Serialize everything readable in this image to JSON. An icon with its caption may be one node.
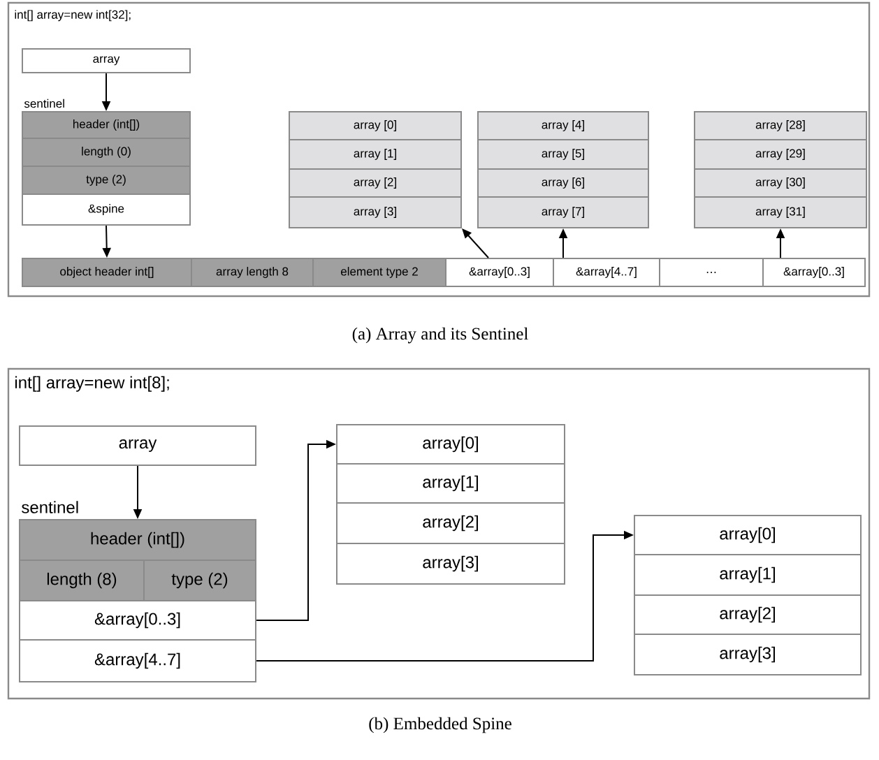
{
  "diagram": {
    "nodes": [
      {
        "text": [
          "int[] array=new int[32];"
        ]
      },
      {
        "text": [
          "array"
        ],
        "in": 0
      },
      {
        "text": [
          "header (int[])"
        ],
        "in": 0
      },
      {
        "text": [
          "length (0)"
        ],
        "in": 0
      },
      {
        "text": [
          "type (2)"
        ],
        "in": 0
      },
      {
        "text": [
          "&spine"
        ],
        "in": 0
      },
      {
        "text": [
          "array [0]"
        ],
        "in": 0
      },
      {
        "text": [
          "array [1]"
        ],
        "in": 0
      },
      {
        "text": [
          "array [2]"
        ],
        "in": 0
      },
      {
        "text": [
          "array [3]"
        ],
        "in": 0
      },
      {
        "text": [
          "array [4]"
        ],
        "in": 0
      },
      {
        "text": [
          "array [5]"
        ],
        "in": 0
      },
      {
        "text": [
          "array [6]"
        ],
        "in": 0
      },
      {
        "text": [
          "array [7]"
        ],
        "in": 0
      },
      {
        "text": [
          "array [28]"
        ],
        "in": 0
      },
      {
        "text": [
          "array [29]"
        ],
        "in": 0
      },
      {
        "text": [
          "array [30]"
        ],
        "in": 0
      },
      {
        "text": [
          "array [31]"
        ],
        "in": 0
      },
      {
        "text": [
          "object header int[]"
        ],
        "in": 0
      },
      {
        "text": [
          "array length 8"
        ],
        "in": 0
      },
      {
        "text": [
          "element type 2"
        ],
        "in": 0
      },
      {
        "text": [
          "&array[0..3]"
        ],
        "in": 0
      },
      {
        "text": [
          "&array[4..7]"
        ],
        "in": 0
      },
      {
        "text": [
          "…"
        ],
        "in": 0
      },
      {
        "text": [
          "&array[0..3]"
        ],
        "in": 0
      },
      {
        "text": [
          "int[] array=new int[8];"
        ]
      },
      {
        "text": [
          "array"
        ],
        "in": 25
      },
      {
        "text": [
          "header (int[])"
        ],
        "in": 25
      },
      {
        "text": [
          "length (8)"
        ],
        "in": 25
      },
      {
        "text": [
          "type (2)"
        ],
        "in": 25
      },
      {
        "text": [
          "&array[0..3]"
        ],
        "in": 25
      },
      {
        "text": [
          "&array[4..7]"
        ],
        "in": 25
      },
      {
        "text": [
          "array[0]"
        ],
        "in": 25
      },
      {
        "text": [
          "array[1]"
        ],
        "in": 25
      },
      {
        "text": [
          "array[2]"
        ],
        "in": 25
      },
      {
        "text": [
          "array[3]"
        ],
        "in": 25
      },
      {
        "text": [
          "array[0]"
        ],
        "in": 25
      },
      {
        "text": [
          "array[1]"
        ],
        "in": 25
      },
      {
        "text": [
          "array[2]"
        ],
        "in": 25
      },
      {
        "text": [
          "array[3]"
        ],
        "in": 25
      }
    ],
    "edges": [
      {
        "from": 1,
        "to": 2,
        "arrow": "to"
      },
      {
        "from": 5,
        "to": 18,
        "arrow": "to"
      },
      {
        "from": 21,
        "to": 9,
        "arrow": "to"
      },
      {
        "from": 22,
        "to": 13,
        "arrow": "to"
      },
      {
        "from": 24,
        "to": 17,
        "arrow": "to"
      },
      {
        "from": 26,
        "to": 27,
        "arrow": "to"
      },
      {
        "from": 30,
        "to": 32,
        "arrow": "to"
      },
      {
        "from": 31,
        "to": 36,
        "arrow": "to"
      }
    ],
    "labels": [
      "sentinel",
      "(a) Array and its Sentinel",
      "sentinel",
      "(b) Embedded Spine"
    ]
  }
}
